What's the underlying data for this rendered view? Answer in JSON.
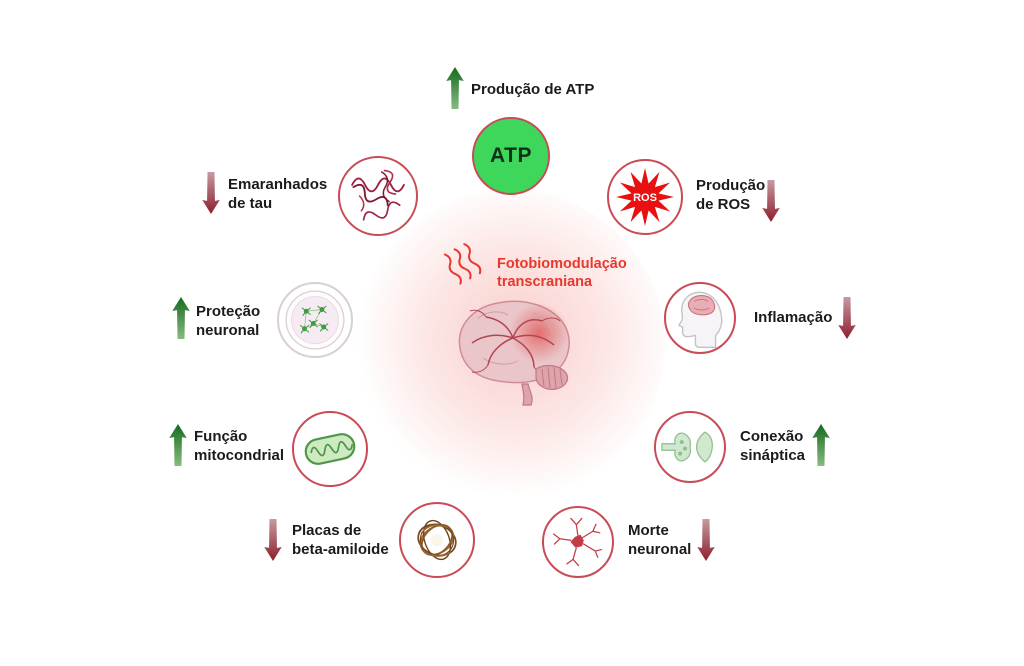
{
  "center": {
    "label": "Fotobiomodulação\ntranscraniana"
  },
  "nodes": [
    {
      "id": "atp",
      "label": "Produção de ATP",
      "effect": "up",
      "icon": "atp-molecule",
      "icon_text": "ATP"
    },
    {
      "id": "ros",
      "label": "Produção\nde ROS",
      "effect": "down",
      "icon": "ros-starburst",
      "icon_text": "ROS"
    },
    {
      "id": "inflamacao",
      "label": "Inflamação",
      "effect": "down",
      "icon": "head-brain"
    },
    {
      "id": "conexao-sinaptica",
      "label": "Conexão\nsináptica",
      "effect": "up",
      "icon": "synapse"
    },
    {
      "id": "morte-neuronal",
      "label": "Morte\nneuronal",
      "effect": "down",
      "icon": "neuron"
    },
    {
      "id": "placas-beta-amiloide",
      "label": "Placas de\nbeta-amiloide",
      "effect": "down",
      "icon": "amyloid-plaque"
    },
    {
      "id": "funcao-mitocondrial",
      "label": "Função\nmitocondrial",
      "effect": "up",
      "icon": "mitochondria"
    },
    {
      "id": "protecao-neuronal",
      "label": "Proteção\nneuronal",
      "effect": "up",
      "icon": "petri-dish-neurons"
    },
    {
      "id": "emaranhados-tau",
      "label": "Emaranhados\nde tau",
      "effect": "down",
      "icon": "tau-tangles"
    }
  ],
  "colors": {
    "arrow_up": "#156b1e",
    "arrow_up_light": "#88bb7f",
    "arrow_down": "#8e1e2e",
    "arrow_down_light": "#c59aa0",
    "accent_red": "#e8382d",
    "circle_border": "#c84b56",
    "atp_fill": "#3ed65b",
    "ros_fill": "#e81010",
    "background": "#ffffff"
  }
}
